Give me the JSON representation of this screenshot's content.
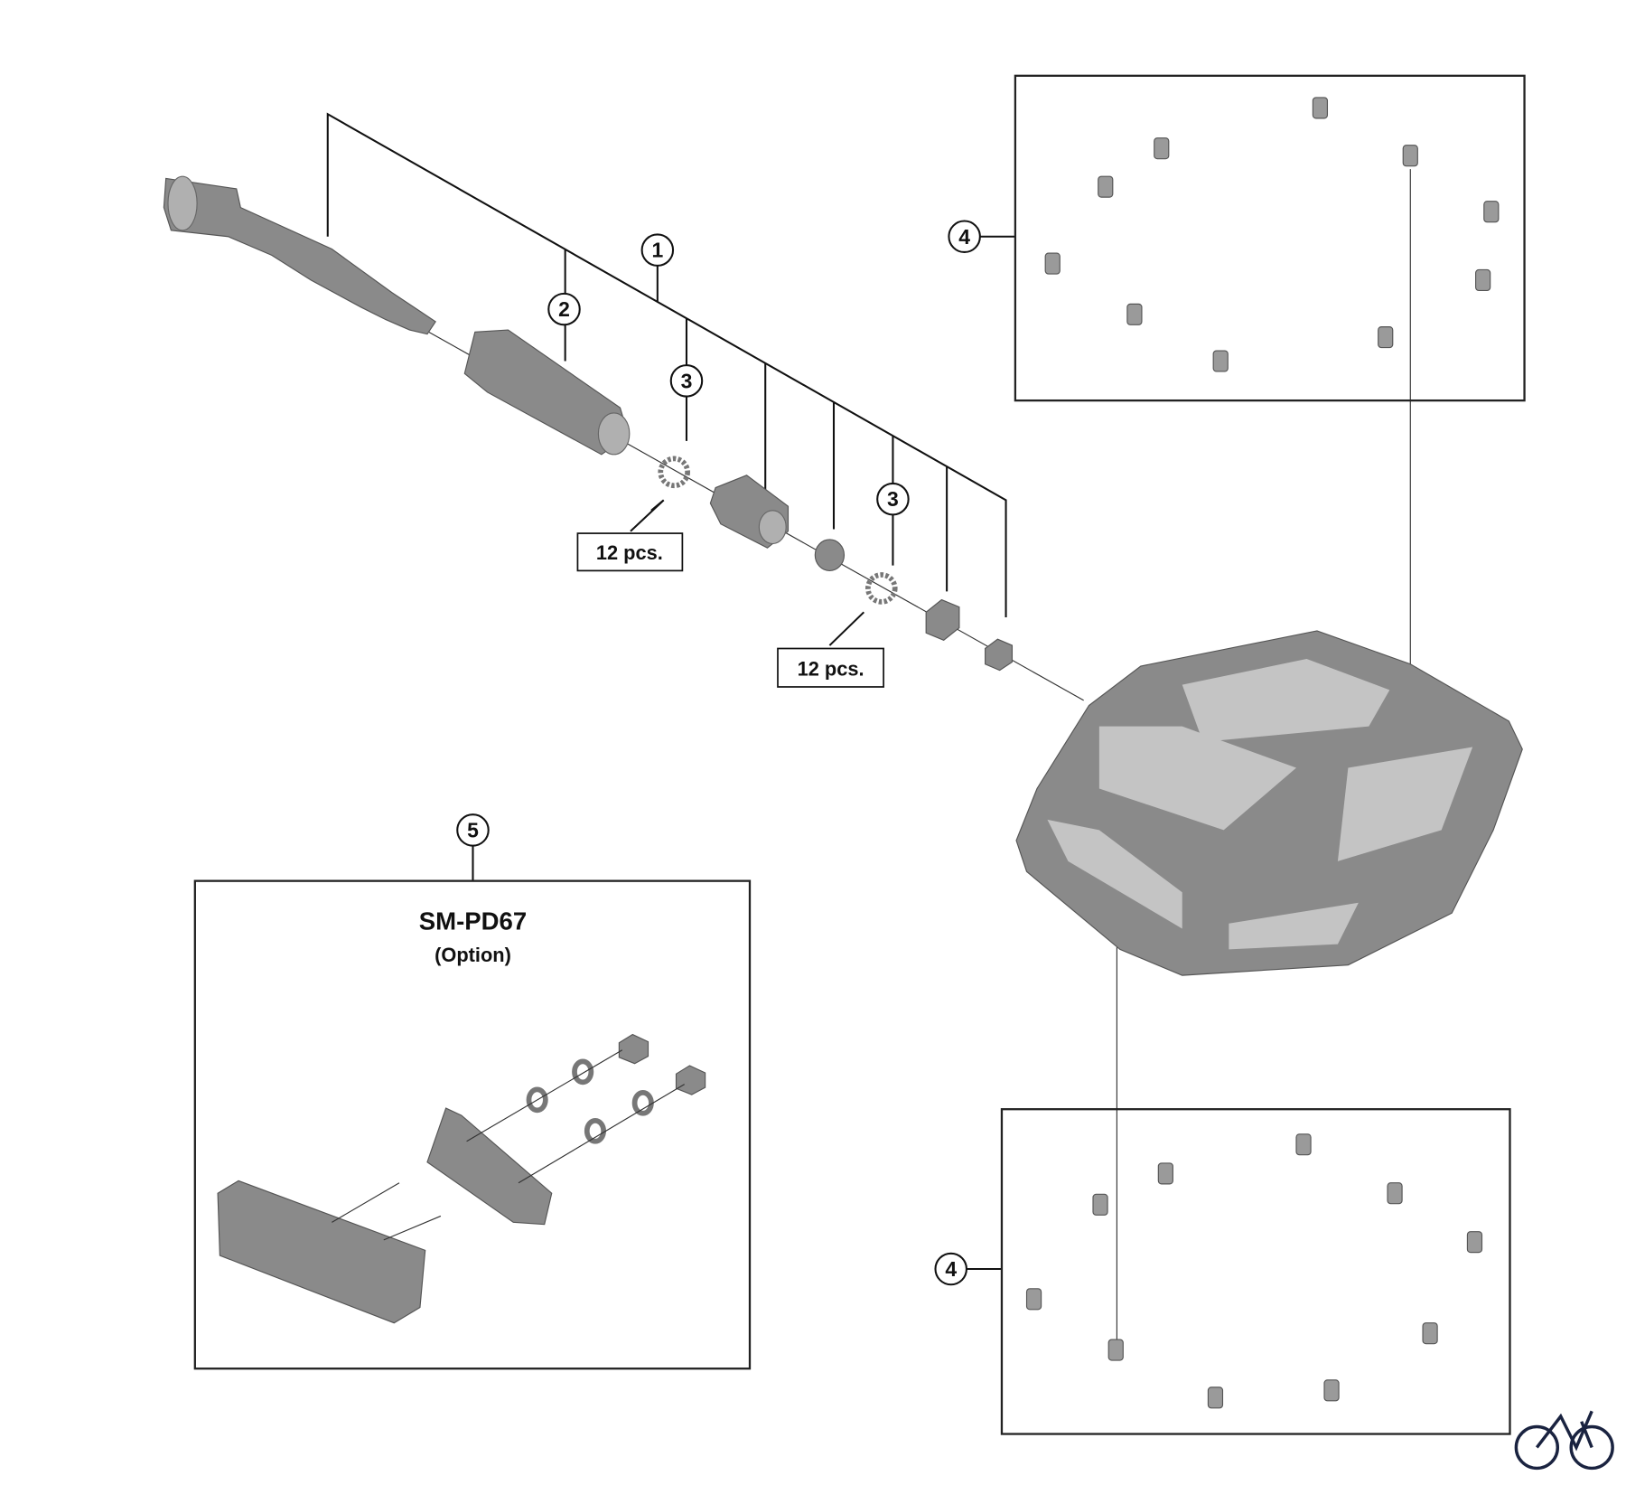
{
  "diagram": {
    "callouts": {
      "c1": "1",
      "c2": "2",
      "c3a": "3",
      "c3b": "3",
      "c4a": "4",
      "c4b": "4",
      "c5": "5"
    },
    "quantity_labels": [
      "12 pcs.",
      "12 pcs."
    ],
    "option_box": {
      "title": "SM-PD67",
      "subtitle": "(Option)"
    },
    "colors": {
      "part": "#8a8a8a",
      "line": "#111111",
      "logo": "#1a2340"
    },
    "logo_icon": "bicycle-icon"
  }
}
